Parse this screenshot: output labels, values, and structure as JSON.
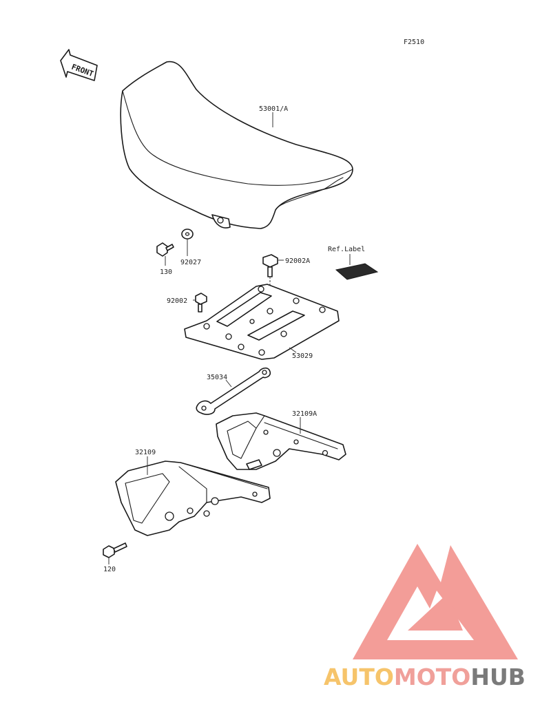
{
  "figure_code": "F2510",
  "front_arrow": {
    "label": "FRONT",
    "icon": "front-direction-arrow-icon"
  },
  "parts": {
    "seat": "53001/A",
    "washer": "92027",
    "bolt_130": "130",
    "bolt_92002A": "92002A",
    "bolt_92002": "92002",
    "ref_label": "Ref.Label",
    "seat_bracket_plate": "53029",
    "strap": "35034",
    "bracket_right": "32109A",
    "bracket_left": "32109",
    "bolt_120": "120"
  },
  "watermark": {
    "icon": "automotohub-triangle-logo",
    "text_part1": "AUTO",
    "text_part2": "MOTO",
    "text_part3": "HUB",
    "colors": {
      "auto": "#f6c46b",
      "moto": "#f0a09a",
      "hub": "#7a7a7a",
      "logo": "#f2938d"
    }
  }
}
